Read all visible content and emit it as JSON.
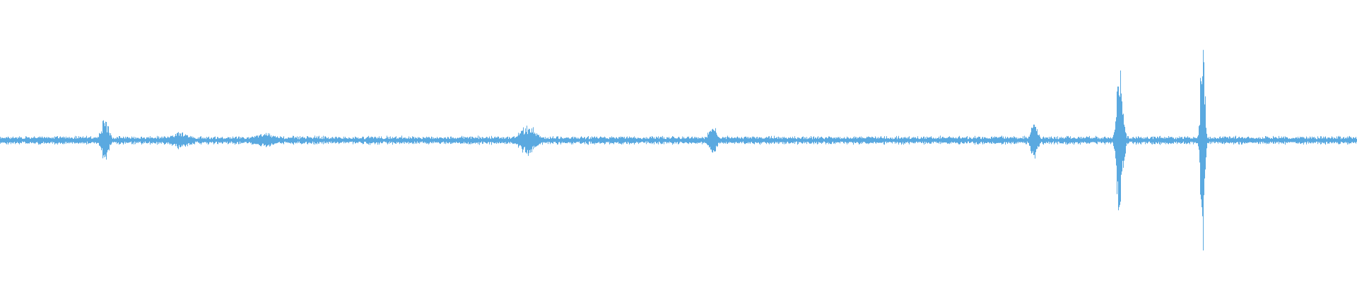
{
  "waveform": {
    "color": "#5aa9e0",
    "background": "#ffffff",
    "noise_level": 0.012,
    "peaks": [
      {
        "position": 0.077,
        "amplitude": 0.09,
        "spread": 0.004
      },
      {
        "position": 0.133,
        "amplitude": 0.035,
        "spread": 0.01
      },
      {
        "position": 0.195,
        "amplitude": 0.03,
        "spread": 0.012
      },
      {
        "position": 0.389,
        "amplitude": 0.065,
        "spread": 0.008
      },
      {
        "position": 0.525,
        "amplitude": 0.065,
        "spread": 0.004
      },
      {
        "position": 0.762,
        "amplitude": 0.11,
        "spread": 0.003
      },
      {
        "position": 0.825,
        "amplitude": 0.33,
        "spread": 0.003
      },
      {
        "position": 0.886,
        "amplitude": 0.5,
        "spread": 0.002
      }
    ]
  }
}
